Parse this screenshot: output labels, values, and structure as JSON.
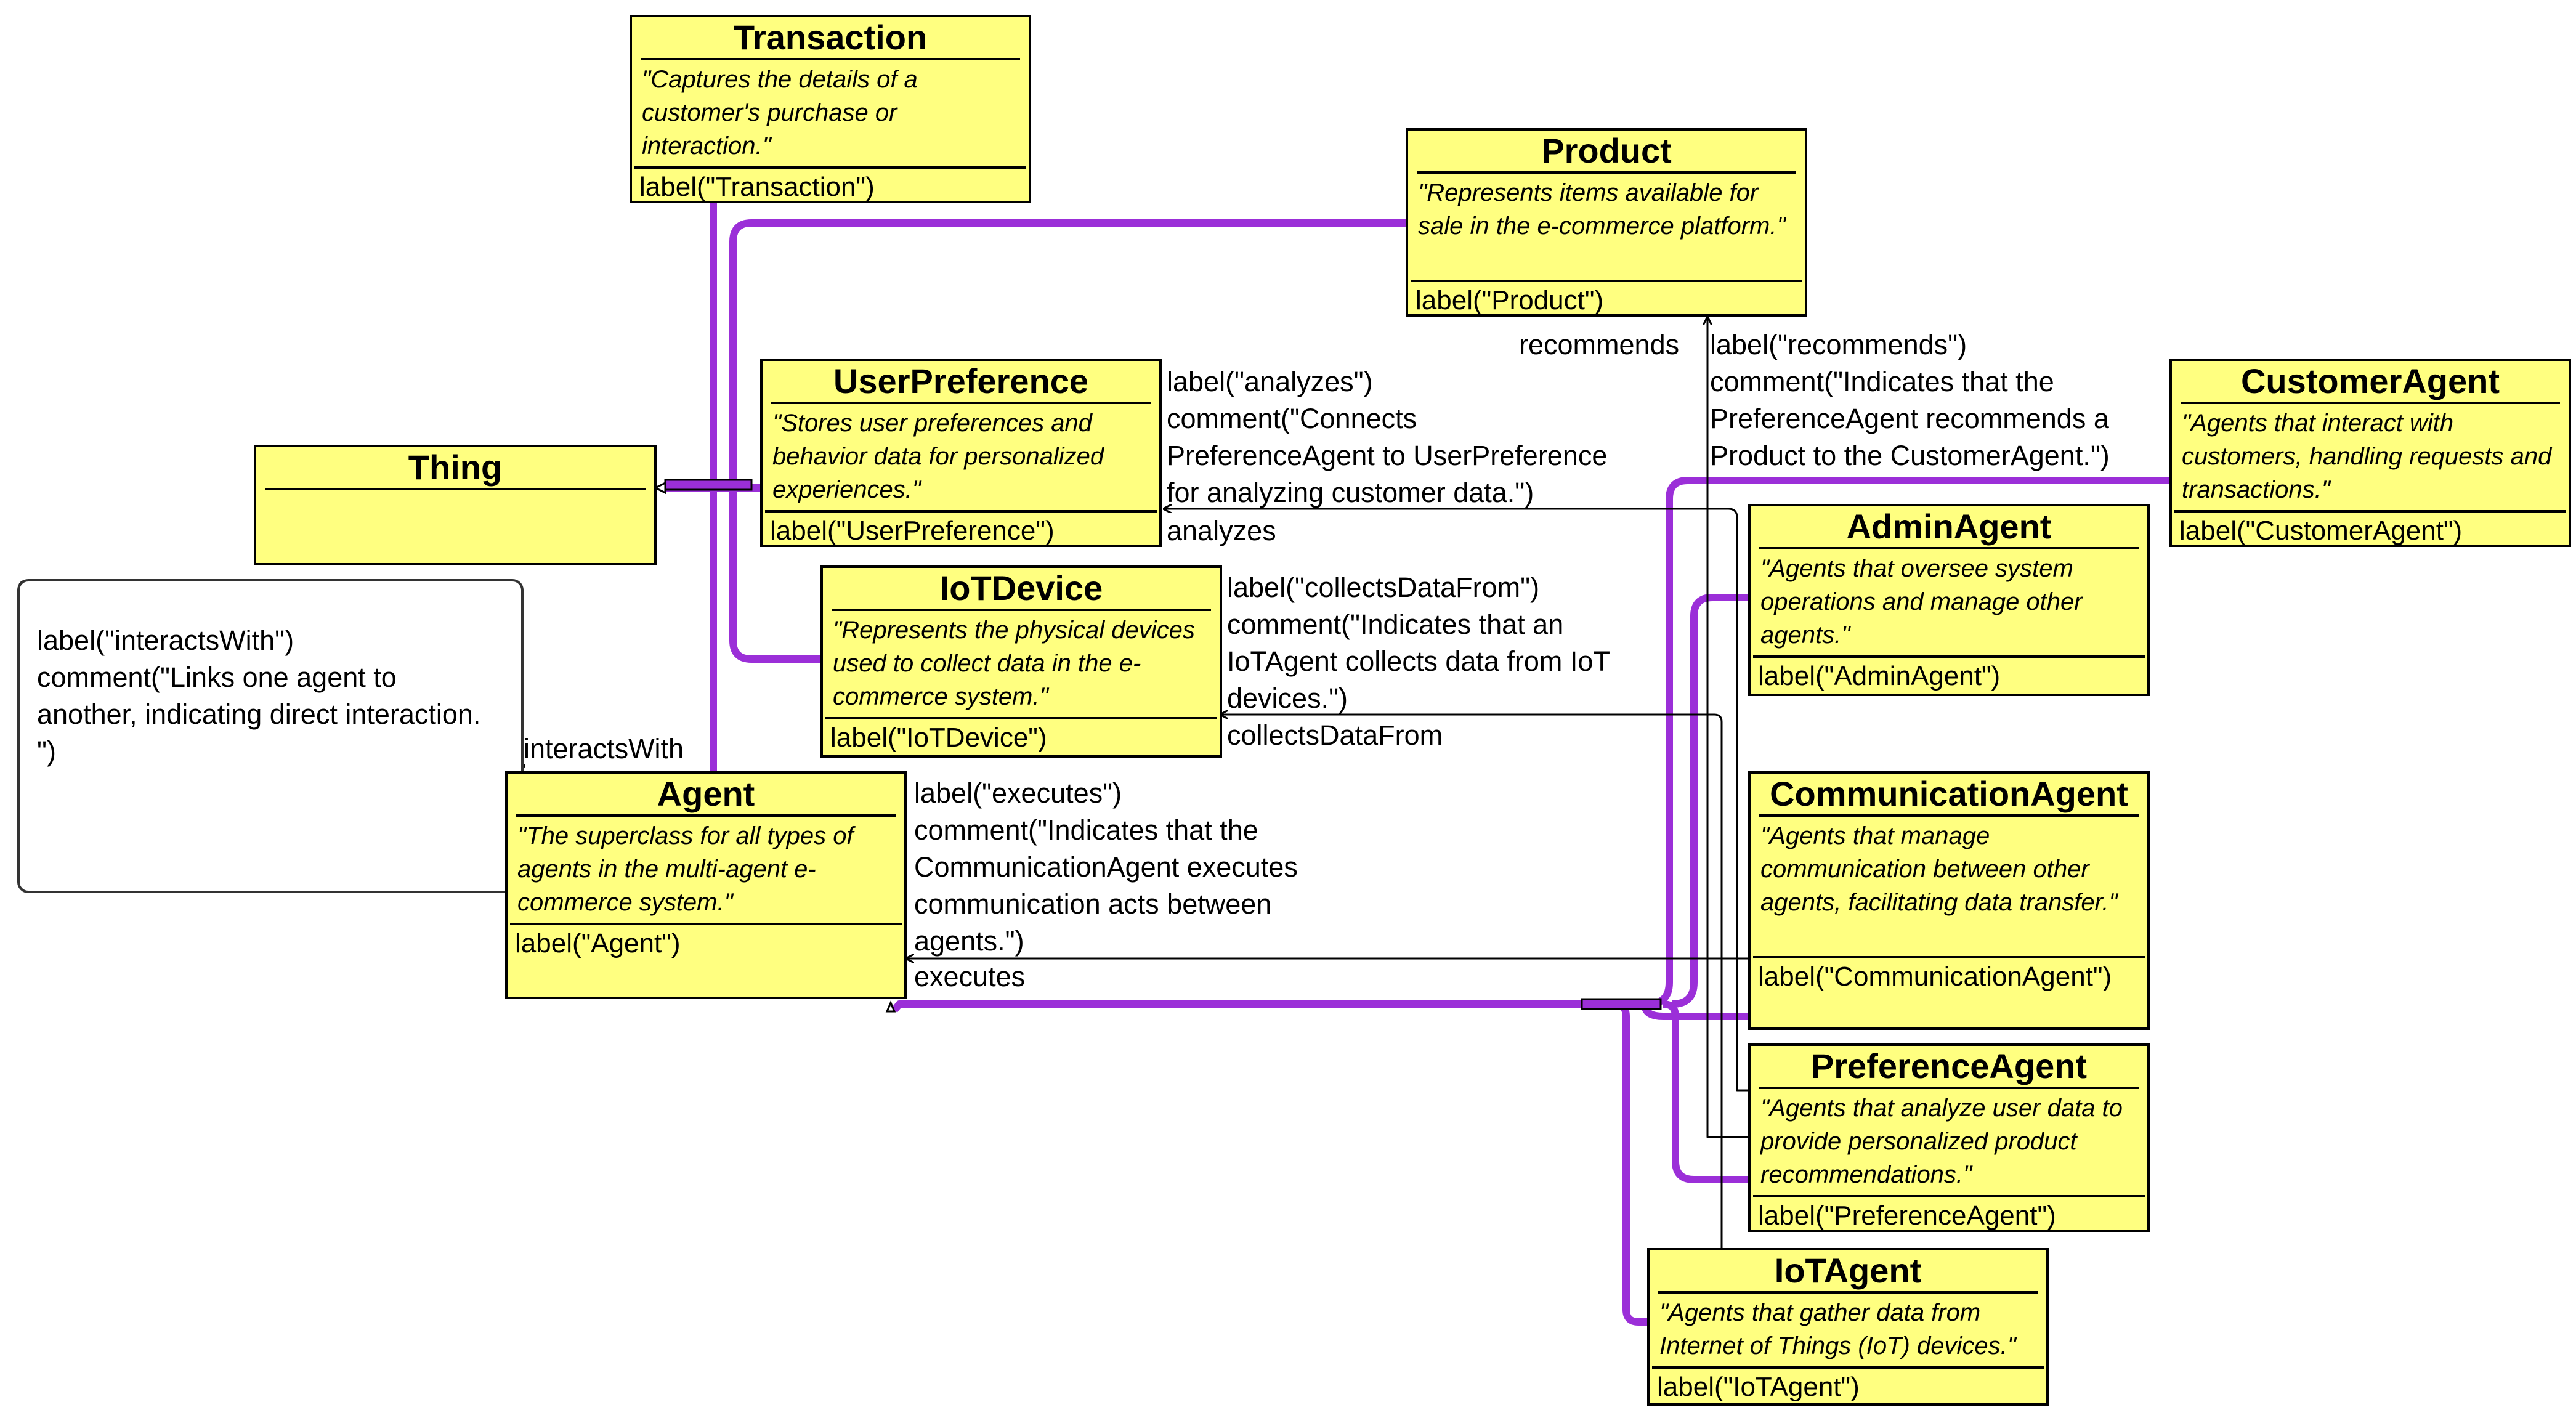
{
  "classes": {
    "transaction": {
      "name": "Transaction",
      "comment": "\"Captures the details of a customer's purchase or interaction.\"",
      "label": "label(\"Transaction\")"
    },
    "product": {
      "name": "Product",
      "comment": "\"Represents items available for sale in the e-commerce platform.\"",
      "label": "label(\"Product\")"
    },
    "userpreference": {
      "name": "UserPreference",
      "comment": "\"Stores user preferences and behavior data for personalized experiences.\"",
      "label": "label(\"UserPreference\")"
    },
    "thing": {
      "name": "Thing"
    },
    "iotdevice": {
      "name": "IoTDevice",
      "comment": "\"Represents the physical devices used to collect data in the e-commerce system.\"",
      "label": "label(\"IoTDevice\")"
    },
    "agent": {
      "name": "Agent",
      "comment": "\"The superclass for all types of agents in the multi-agent e-commerce system.\"",
      "label": "label(\"Agent\")"
    },
    "customeragent": {
      "name": "CustomerAgent",
      "comment": "\"Agents that interact with customers, handling requests and transactions.\"",
      "label": "label(\"CustomerAgent\")"
    },
    "adminagent": {
      "name": "AdminAgent",
      "comment": "\"Agents that oversee system operations and manage other agents.\"",
      "label": "label(\"AdminAgent\")"
    },
    "communicationagent": {
      "name": "CommunicationAgent",
      "comment": "\"Agents that manage communication between other agents, facilitating data transfer.\"",
      "label": "label(\"CommunicationAgent\")"
    },
    "preferenceagent": {
      "name": "PreferenceAgent",
      "comment": "\"Agents that analyze user data to provide personalized product recommendations.\"",
      "label": "label(\"PreferenceAgent\")"
    },
    "iotagent": {
      "name": "IoTAgent",
      "comment": "\"Agents that gather data from Internet of Things (IoT) devices.\"",
      "label": "label(\"IoTAgent\")"
    }
  },
  "relations": {
    "interactsWith": {
      "annotation": "label(\"interactsWith\")\ncomment(\"Links one agent to\nanother, indicating direct interaction.\n\")",
      "name": "interactsWith"
    },
    "analyzes": {
      "annotation": "label(\"analyzes\")\ncomment(\"Connects\nPreferenceAgent to UserPreference\nfor analyzing customer data.\")",
      "name": "analyzes"
    },
    "collectsDataFrom": {
      "annotation": "label(\"collectsDataFrom\")\ncomment(\"Indicates that an\nIoTAgent collects data from IoT\ndevices.\")",
      "name": "collectsDataFrom"
    },
    "executes": {
      "annotation": "label(\"executes\")\ncomment(\"Indicates that the\nCommunicationAgent executes\ncommunication acts between\nagents.\")",
      "name": "executes"
    },
    "recommends": {
      "annotation": "label(\"recommends\")\ncomment(\"Indicates that the\nPreferenceAgent recommends a\nProduct to the CustomerAgent.\")",
      "name": "recommends"
    }
  },
  "colors": {
    "class_fill": "#ffff80",
    "inheritance_line": "#9b2fd8",
    "relation_line": "#000000"
  }
}
